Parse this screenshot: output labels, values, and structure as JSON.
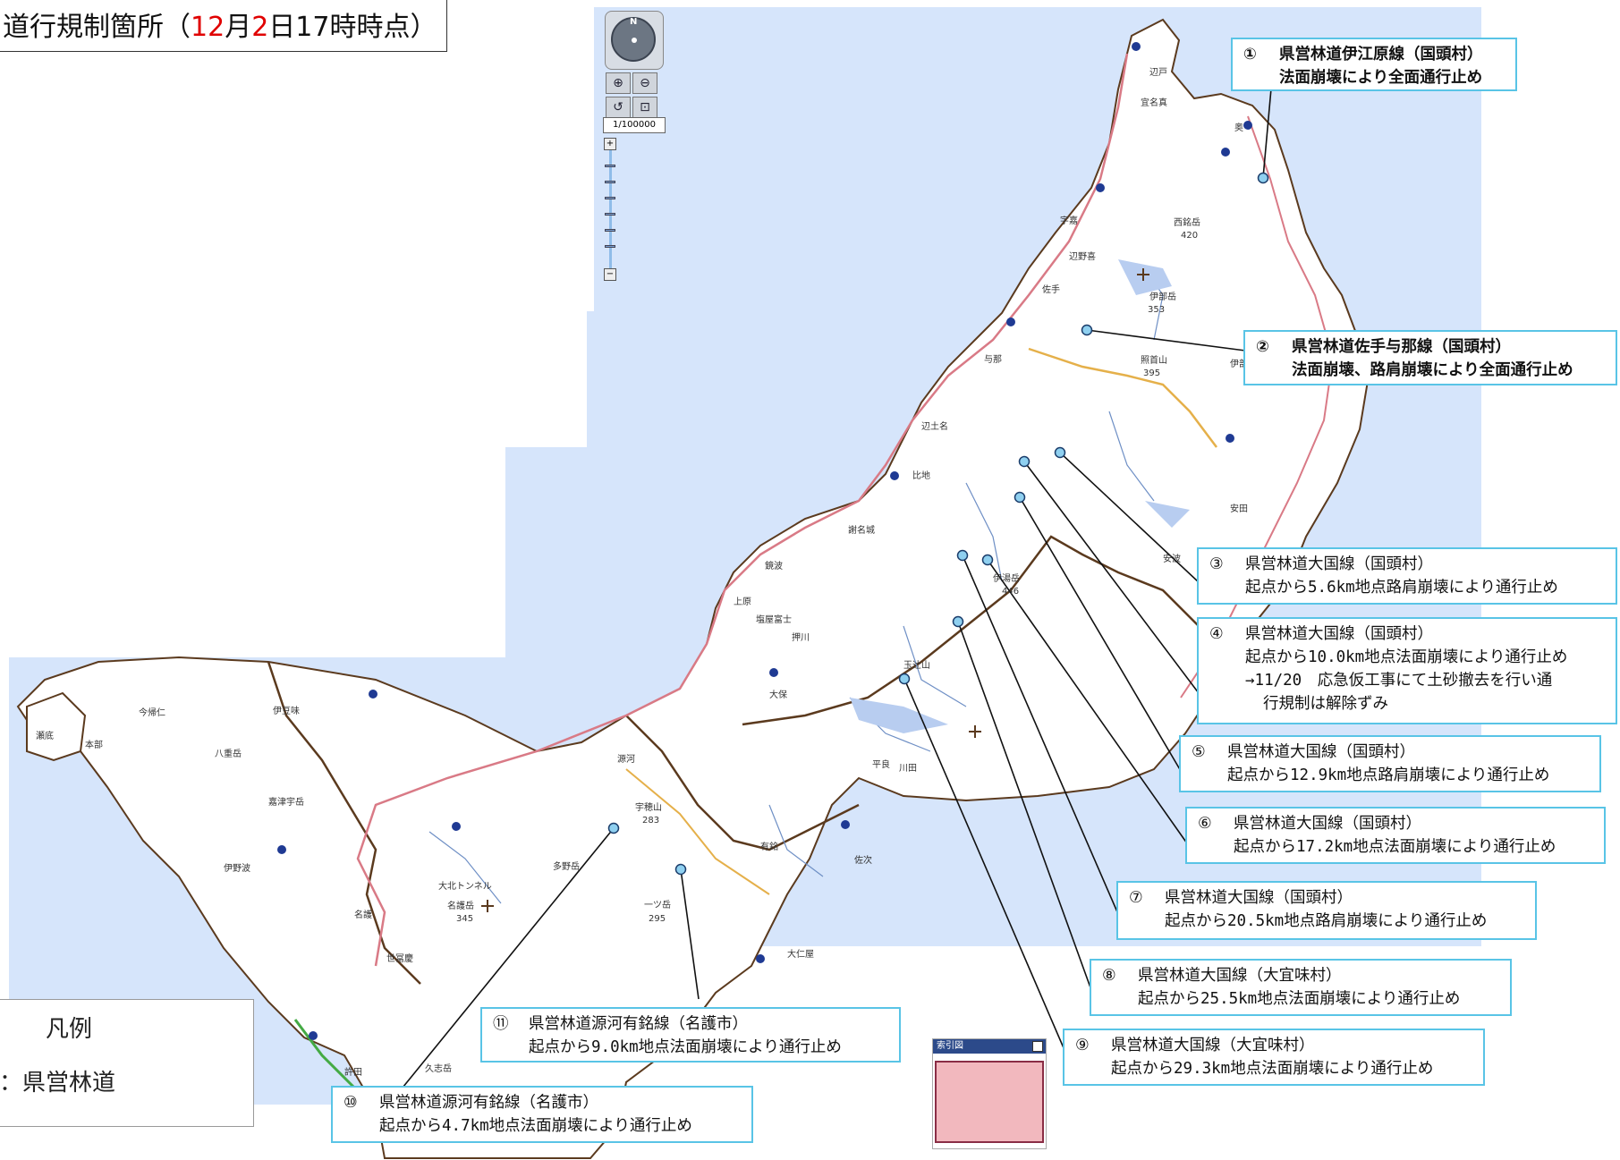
{
  "title": {
    "prefix": "道行規制箇所（",
    "month": "12",
    "m_unit": "月",
    "day": "2",
    "d_unit": "日",
    "time": "17時時点）"
  },
  "nav": {
    "north": "N",
    "scale": "1/100000",
    "zoom_in": "+",
    "zoom_out": "−"
  },
  "overview": {
    "label": "索引図"
  },
  "legend": {
    "title": "凡例",
    "item": "：県営林道"
  },
  "callouts": [
    {
      "num": "①",
      "l1": "県営林道伊江原線（国頭村）",
      "l2": "法面崩壊により全面通行止め"
    },
    {
      "num": "②",
      "l1": "県営林道佐手与那線（国頭村）",
      "l2": "法面崩壊、路肩崩壊により全面通行止め"
    },
    {
      "num": "③",
      "l1": "県営林道大国線（国頭村）",
      "l2": "起点から5.6km地点路肩崩壊により通行止め"
    },
    {
      "num": "④",
      "l1": "県営林道大国線（国頭村）",
      "l2": "起点から10.0km地点法面崩壊により通行止め",
      "l3": "→11/20　応急仮工事にて土砂撤去を行い通",
      "l4": "行規制は解除ずみ"
    },
    {
      "num": "⑤",
      "l1": "県営林道大国線（国頭村）",
      "l2": "起点から12.9km地点路肩崩壊により通行止め"
    },
    {
      "num": "⑥",
      "l1": "県営林道大国線（国頭村）",
      "l2": "起点から17.2km地点法面崩壊により通行止め"
    },
    {
      "num": "⑦",
      "l1": "県営林道大国線（国頭村）",
      "l2": "起点から20.5km地点路肩崩壊により通行止め"
    },
    {
      "num": "⑧",
      "l1": "県営林道大国線（大宜味村）",
      "l2": "起点から25.5km地点法面崩壊により通行止め"
    },
    {
      "num": "⑨",
      "l1": "県営林道大国線（大宜味村）",
      "l2": "起点から29.3km地点法面崩壊により通行止め"
    },
    {
      "num": "⑩",
      "l1": "県営林道源河有銘線（名護市）",
      "l2": "起点から4.7km地点法面崩壊により通行止め"
    },
    {
      "num": "⑪",
      "l1": "県営林道源河有銘線（名護市）",
      "l2": "起点から9.0km地点法面崩壊により通行止め"
    }
  ],
  "places": [
    "辺戸",
    "宜名真",
    "奥",
    "西銘岳",
    "420",
    "伊部岳",
    "353",
    "辺野喜",
    "佐手",
    "伊部",
    "照首山",
    "395",
    "与那",
    "安田",
    "宇嘉",
    "安波",
    "辺土名",
    "比地",
    "謝名城",
    "伊湯岳",
    "446",
    "鏡波",
    "塩屋富士",
    "上原",
    "押川",
    "大保",
    "玉辻山",
    "平良",
    "川田",
    "有銘",
    "佐次",
    "源河",
    "宇穂山",
    "283",
    "一ツ岳",
    "295",
    "多野岳",
    "名護岳",
    "345",
    "名護",
    "許田",
    "本部",
    "八重岳",
    "嘉津宇岳",
    "大北トンネル",
    "世冨慶",
    "大仁屋",
    "久志岳",
    "瀬底",
    "今帰仁",
    "伊豆味",
    "伊野波"
  ]
}
